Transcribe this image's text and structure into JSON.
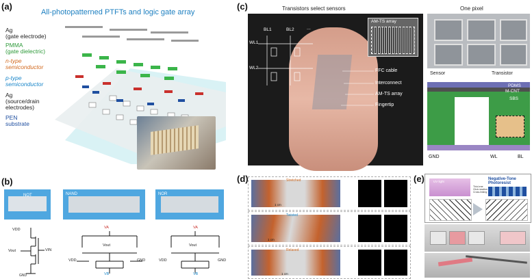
{
  "figure": {
    "panels": {
      "a": {
        "label": "(a)",
        "title": "All-photopatterned PTFTs and logic gate array",
        "layers": [
          {
            "text": "Ag\n(gate electrode)",
            "color": "#222222"
          },
          {
            "text": "PMMA\n(gate dielectric)",
            "color": "#2e9a3a"
          },
          {
            "text": "n-type\nsemiconductor",
            "color": "#d2691e"
          },
          {
            "text": "p-type\nsemiconductor",
            "color": "#1a86c9"
          },
          {
            "text": "Ag\n(source/drain\nelectrodes)",
            "color": "#222222"
          },
          {
            "text": "PEN\nsubstrate",
            "color": "#1f4fa0"
          }
        ]
      },
      "b": {
        "label": "(b)",
        "gates": [
          "NOT",
          "NAND",
          "NOR"
        ],
        "circuit_labels": {
          "vdd": "VDD",
          "vin": "VIN",
          "vout": "Vout",
          "gnd": "GND",
          "va": "VA",
          "vb": "VB"
        }
      },
      "c": {
        "label": "(c)",
        "title_left": "Transistors select sensors",
        "title_right": "One pixel",
        "array_label": "AM-TS array",
        "bitlines": [
          "BL1",
          "BL2"
        ],
        "wordlines": [
          "WL1",
          "WL2"
        ],
        "ellipsis": "...",
        "callouts": [
          "FFC cable",
          "Interconnect",
          "AM-TS array",
          "Fingertip"
        ],
        "pixel_labels": {
          "sensor": "Sensor",
          "transistor": "Transistor"
        },
        "stack": [
          "PDMS",
          "M-CNT",
          "SBS"
        ],
        "bottom_labels": [
          "GND",
          "WL",
          "BL"
        ]
      },
      "d": {
        "label": "(d)",
        "states": [
          "Stretched",
          "Twisted",
          "Relaxed"
        ],
        "scale": "1 cm"
      },
      "e": {
        "label": "(e)",
        "resist_label": "Negative-Tone\nPhotoresist",
        "uv_label": "UV light",
        "reaction_lines": [
          "Thiol-ene",
          "Click reaction",
          "Cross-linking"
        ]
      }
    }
  }
}
